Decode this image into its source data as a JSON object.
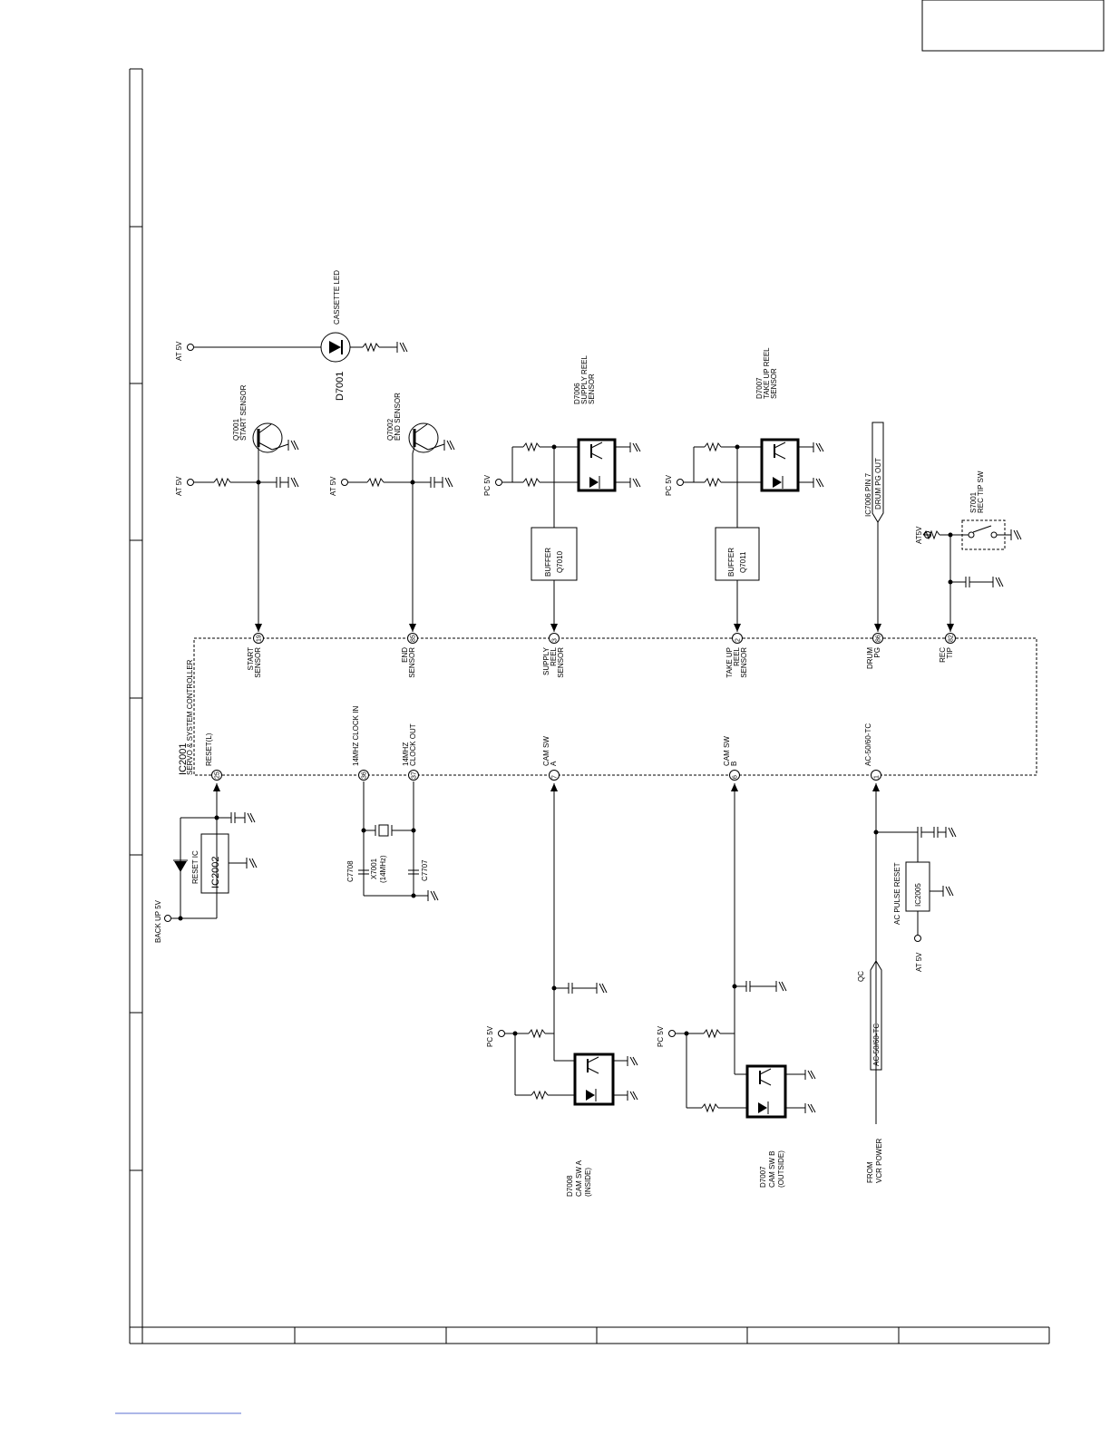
{
  "controller": {
    "ref": "IC2001",
    "name": "SERVO & SYSTEM CONTROLLER"
  },
  "supplies": {
    "at5v": "AT 5V",
    "pc5v": "PC 5V",
    "at5v_nospace": "AT5V",
    "backup5v": "BACK UP 5V"
  },
  "top_pins": [
    {
      "num": "19",
      "label": [
        "START",
        "SENSOR"
      ]
    },
    {
      "num": "85",
      "label": [
        "END",
        "SENSOR"
      ]
    },
    {
      "num": "3",
      "label": [
        "SUPPLY",
        "REEL",
        "SENSOR"
      ]
    },
    {
      "num": "2",
      "label": [
        "TAKE UP",
        "REEL",
        "SENSOR"
      ]
    },
    {
      "num": "86",
      "label": [
        "DRUM",
        "PG"
      ]
    },
    {
      "num": "82",
      "label": [
        "REC",
        "TIP"
      ]
    }
  ],
  "bottom_pins": [
    {
      "num": "25",
      "label": [
        "RESET(L)"
      ]
    },
    {
      "num": "36",
      "label": [
        "14MHZ CLOCK IN"
      ]
    },
    {
      "num": "37",
      "label": [
        "14MHZ",
        "CLOCK OUT"
      ]
    },
    {
      "num": "7",
      "label": [
        "CAM SW",
        "A"
      ]
    },
    {
      "num": "6",
      "label": [
        "CAM SW",
        "B"
      ]
    },
    {
      "num": "1",
      "label": [
        "AC-50/60-TC"
      ]
    }
  ],
  "components": {
    "cassette_led": {
      "ref": "D7001",
      "label": "CASSETTE LED"
    },
    "start_sensor": {
      "ref": "Q7001",
      "label": "START SENSOR"
    },
    "end_sensor": {
      "ref": "Q7002",
      "label": "END SENSOR"
    },
    "supply_reel": {
      "ref": "D7006",
      "label": [
        "SUPPLY REEL",
        "SENSOR"
      ]
    },
    "takeup_reel": {
      "ref": "D7007",
      "label": [
        "TAKE UP REEL",
        "SENSOR"
      ]
    },
    "buffer1": {
      "name": "BUFFER",
      "ref": "Q7010"
    },
    "buffer2": {
      "name": "BUFFER",
      "ref": "Q7011"
    },
    "drum_pg": {
      "ref": "IC7006 PIN 7",
      "label": "DRUM PG OUT"
    },
    "rec_tip_sw": {
      "ref": "S7001",
      "label": "REC TIP SW"
    },
    "reset_ic": {
      "ref": "IC2002",
      "label": "RESET IC"
    },
    "crystal": {
      "ref": "X7001",
      "value": "(14MHz)"
    },
    "c7708": "C7708",
    "c7707": "C7707",
    "cam_a": {
      "ref": "D7008",
      "label": [
        "CAM SW A",
        "(INSIDE)"
      ]
    },
    "cam_b": {
      "ref": "D7007",
      "label": [
        "CAM SW B",
        "(OUTSIDE)"
      ]
    },
    "ac_pulse": {
      "ref": "IC2005",
      "label": "AC PULSE RESET"
    },
    "ac_connector": {
      "label": "AC-50/60-TC",
      "tag": "QC"
    },
    "from_vcr": [
      "FROM",
      "VCR POWER"
    ]
  }
}
